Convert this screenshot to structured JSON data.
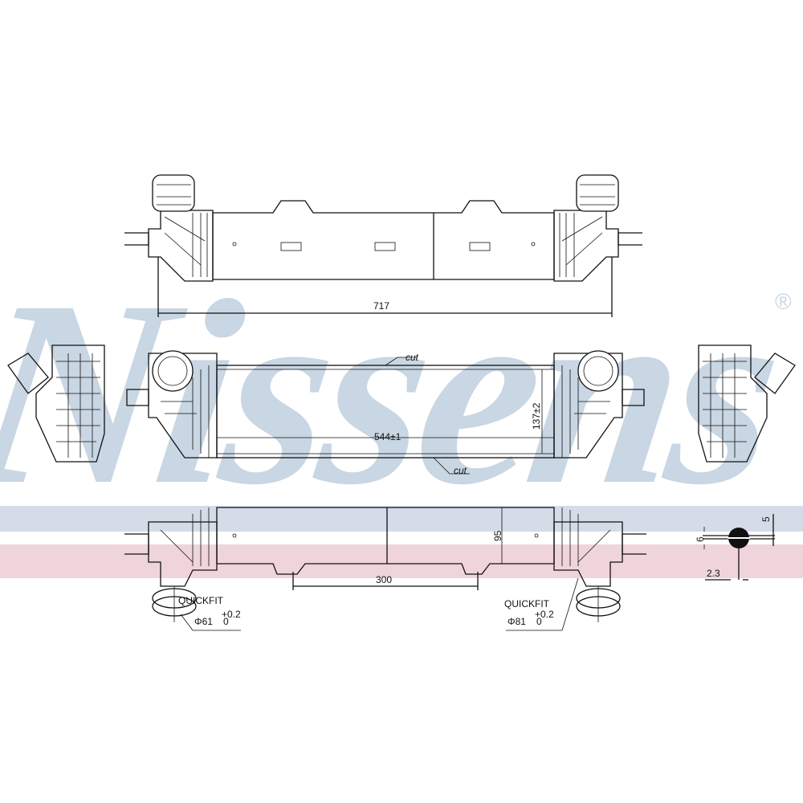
{
  "watermark": {
    "brand": "Nissens",
    "registered": "®",
    "band_blue": "#d3dce7",
    "band_pink": "#f0d4db",
    "text_color": "#c9d6e3"
  },
  "labels": {
    "overall_length": "717",
    "cut_top": "cut",
    "cut_bottom": "cut",
    "core_length": "544±1",
    "core_height": "137±2",
    "core_depth": "95",
    "bracket_spacing": "300",
    "quickfit_left": "QUICKFIT",
    "diameter_left": "Φ61",
    "tol_left_upper": "+0.2",
    "tol_left_lower": "0",
    "quickfit_right": "QUICKFIT",
    "diameter_right": "Φ81",
    "tol_right_upper": "+0.2",
    "tol_right_lower": "0",
    "fin_pitch": "5",
    "tube_height": "6",
    "fin_thickness": "2.3"
  }
}
